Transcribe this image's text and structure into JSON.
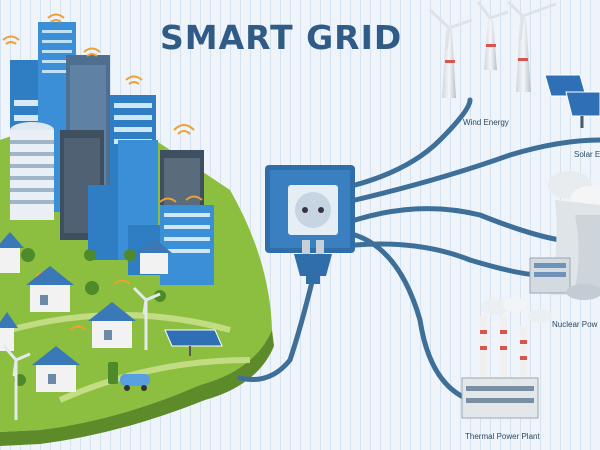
{
  "title": "SMART GRID",
  "labels": {
    "wind": "Wind Energy",
    "solar": "Solar E",
    "nuclear": "Nuclear Pow",
    "thermal": "Thermal Power Plant"
  },
  "colors": {
    "background": "#eef4f9",
    "title": "#2f5b86",
    "cable": "#3d6f99",
    "grass": "#8cbf3f",
    "building_blue": "#2f7ec4",
    "building_dark": "#3e4f5f",
    "signal": "#f0a030"
  }
}
